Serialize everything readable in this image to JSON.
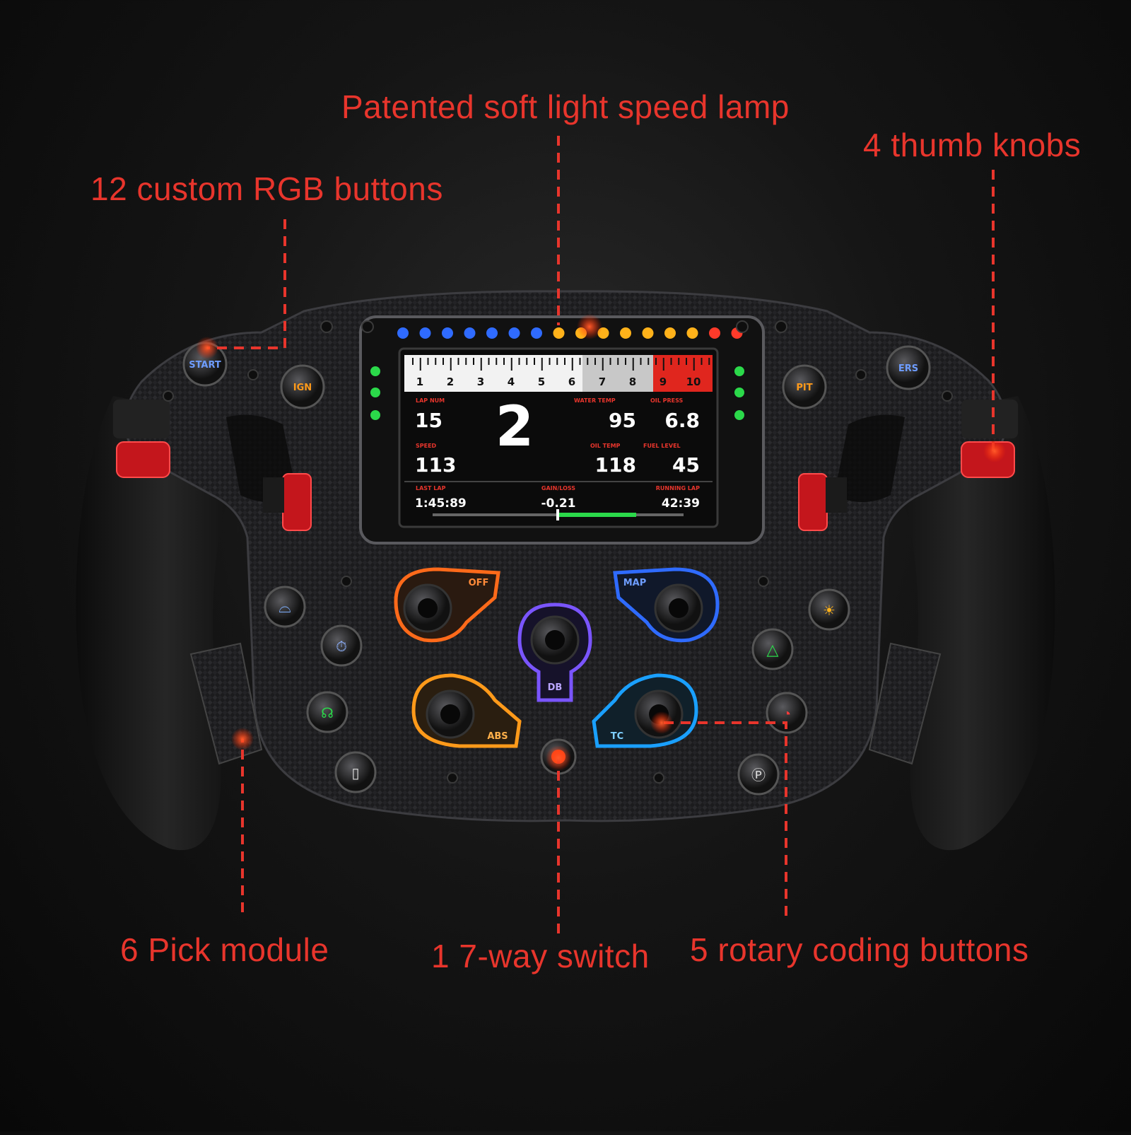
{
  "callouts": {
    "speed_lamp": "Patented soft light speed lamp",
    "thumb_knobs": "4 thumb knobs",
    "rgb_buttons": "12 custom RGB buttons",
    "pick_module": "6 Pick module",
    "seven_way": "1 7-way switch",
    "rotary": "5 rotary coding buttons"
  },
  "display": {
    "rev_scale": [
      "1",
      "2",
      "3",
      "4",
      "5",
      "6",
      "7",
      "8",
      "9",
      "10"
    ],
    "lap_num_label": "LAP NUM",
    "lap_num": "15",
    "gear": "2",
    "water_temp_label": "WATER TEMP",
    "water_temp": "95",
    "oil_press_label": "OIL PRESS",
    "oil_press": "6.8",
    "speed_label": "SPEED",
    "speed": "113",
    "oil_temp_label": "OIL TEMP",
    "oil_temp": "118",
    "fuel_level_label": "FUEL LEVEL",
    "fuel_level": "45",
    "last_lap_label": "LAST LAP",
    "last_lap": "1:45:89",
    "gain_loss_label": "GAIN/LOSS",
    "gain_loss": "-0.21",
    "running_lap_label": "RUNNING LAP",
    "running_lap": "42:39"
  },
  "buttons": {
    "start": "START",
    "ign": "IGN",
    "pit": "PIT",
    "ers": "ERS",
    "off": "OFF",
    "map": "MAP",
    "db": "DB",
    "abs": "ABS",
    "tc": "TC"
  },
  "colors": {
    "callout": "#e8352c",
    "off_ring": "#ff6a1a",
    "map_ring": "#2f6bff",
    "db_ring": "#7a55ff",
    "abs_ring": "#ff9a1a",
    "tc_ring": "#1aa0ff"
  }
}
